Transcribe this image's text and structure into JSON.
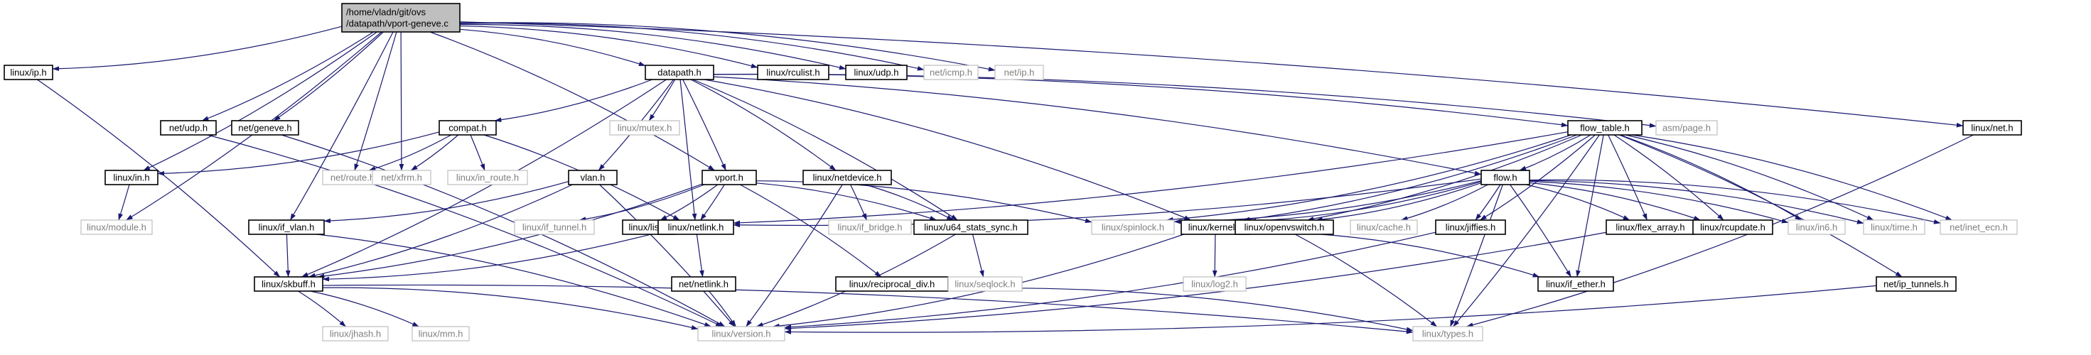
{
  "colors": {
    "edge": "#191970",
    "root_fill": "#bfbfbf",
    "external_border": "#bfbfbf",
    "external_text": "#808080"
  },
  "nodes": [
    {
      "id": "root",
      "lines": [
        "/home/vladn/git/ovs",
        "/datapath/vport-geneve.c"
      ],
      "kind": "root"
    },
    {
      "id": "linux-ip",
      "lines": [
        "linux/ip.h"
      ],
      "kind": "doc"
    },
    {
      "id": "net-udp",
      "lines": [
        "net/udp.h"
      ],
      "kind": "doc"
    },
    {
      "id": "net-geneve",
      "lines": [
        "net/geneve.h"
      ],
      "kind": "doc"
    },
    {
      "id": "datapath",
      "lines": [
        "datapath.h"
      ],
      "kind": "doc"
    },
    {
      "id": "linux-rculist",
      "lines": [
        "linux/rculist.h"
      ],
      "kind": "doc"
    },
    {
      "id": "linux-udp",
      "lines": [
        "linux/udp.h"
      ],
      "kind": "doc"
    },
    {
      "id": "net-icmp",
      "lines": [
        "net/icmp.h"
      ],
      "kind": "ext"
    },
    {
      "id": "net-ip",
      "lines": [
        "net/ip.h"
      ],
      "kind": "ext"
    },
    {
      "id": "compat",
      "lines": [
        "compat.h"
      ],
      "kind": "doc"
    },
    {
      "id": "linux-mutex",
      "lines": [
        "linux/mutex.h"
      ],
      "kind": "ext"
    },
    {
      "id": "flow-table",
      "lines": [
        "flow_table.h"
      ],
      "kind": "doc"
    },
    {
      "id": "asm-page",
      "lines": [
        "asm/page.h"
      ],
      "kind": "ext"
    },
    {
      "id": "linux-net",
      "lines": [
        "linux/net.h"
      ],
      "kind": "doc"
    },
    {
      "id": "linux-in",
      "lines": [
        "linux/in.h"
      ],
      "kind": "doc"
    },
    {
      "id": "net-route",
      "lines": [
        "net/route.h"
      ],
      "kind": "ext"
    },
    {
      "id": "net-xfrm",
      "lines": [
        "net/xfrm.h"
      ],
      "kind": "ext"
    },
    {
      "id": "linux-in-route",
      "lines": [
        "linux/in_route.h"
      ],
      "kind": "ext"
    },
    {
      "id": "vlan",
      "lines": [
        "vlan.h"
      ],
      "kind": "doc"
    },
    {
      "id": "vport",
      "lines": [
        "vport.h"
      ],
      "kind": "doc"
    },
    {
      "id": "linux-netdevice",
      "lines": [
        "linux/netdevice.h"
      ],
      "kind": "doc"
    },
    {
      "id": "flow",
      "lines": [
        "flow.h"
      ],
      "kind": "doc"
    },
    {
      "id": "linux-module",
      "lines": [
        "linux/module.h"
      ],
      "kind": "ext"
    },
    {
      "id": "linux-if-vlan",
      "lines": [
        "linux/if_vlan.h"
      ],
      "kind": "doc"
    },
    {
      "id": "linux-if-tunnel",
      "lines": [
        "linux/if_tunnel.h"
      ],
      "kind": "ext"
    },
    {
      "id": "linux-list",
      "lines": [
        "linux/list.h"
      ],
      "kind": "doc"
    },
    {
      "id": "linux-netlink",
      "lines": [
        "linux/netlink.h"
      ],
      "kind": "doc"
    },
    {
      "id": "linux-if-bridge",
      "lines": [
        "linux/if_bridge.h"
      ],
      "kind": "ext"
    },
    {
      "id": "linux-u64-stats-sync",
      "lines": [
        "linux/u64_stats_sync.h"
      ],
      "kind": "doc"
    },
    {
      "id": "linux-spinlock",
      "lines": [
        "linux/spinlock.h"
      ],
      "kind": "ext"
    },
    {
      "id": "linux-kernel",
      "lines": [
        "linux/kernel.h"
      ],
      "kind": "doc"
    },
    {
      "id": "linux-openvswitch",
      "lines": [
        "linux/openvswitch.h"
      ],
      "kind": "doc"
    },
    {
      "id": "linux-cache",
      "lines": [
        "linux/cache.h"
      ],
      "kind": "ext"
    },
    {
      "id": "linux-jiffies",
      "lines": [
        "linux/jiffies.h"
      ],
      "kind": "doc"
    },
    {
      "id": "linux-flex-array",
      "lines": [
        "linux/flex_array.h"
      ],
      "kind": "doc"
    },
    {
      "id": "linux-rcupdate",
      "lines": [
        "linux/rcupdate.h"
      ],
      "kind": "doc"
    },
    {
      "id": "linux-in6",
      "lines": [
        "linux/in6.h"
      ],
      "kind": "ext"
    },
    {
      "id": "linux-time",
      "lines": [
        "linux/time.h"
      ],
      "kind": "ext"
    },
    {
      "id": "net-inet-ecn",
      "lines": [
        "net/inet_ecn.h"
      ],
      "kind": "ext"
    },
    {
      "id": "linux-skbuff",
      "lines": [
        "linux/skbuff.h"
      ],
      "kind": "doc"
    },
    {
      "id": "net-netlink",
      "lines": [
        "net/netlink.h"
      ],
      "kind": "doc"
    },
    {
      "id": "linux-reciprocal-div",
      "lines": [
        "linux/reciprocal_div.h"
      ],
      "kind": "doc"
    },
    {
      "id": "linux-seqlock",
      "lines": [
        "linux/seqlock.h"
      ],
      "kind": "ext"
    },
    {
      "id": "linux-log2",
      "lines": [
        "linux/log2.h"
      ],
      "kind": "ext"
    },
    {
      "id": "linux-if-ether",
      "lines": [
        "linux/if_ether.h"
      ],
      "kind": "doc"
    },
    {
      "id": "net-ip-tunnels",
      "lines": [
        "net/ip_tunnels.h"
      ],
      "kind": "doc"
    },
    {
      "id": "linux-jhash",
      "lines": [
        "linux/jhash.h"
      ],
      "kind": "ext"
    },
    {
      "id": "linux-mm",
      "lines": [
        "linux/mm.h"
      ],
      "kind": "ext"
    },
    {
      "id": "linux-version",
      "lines": [
        "linux/version.h"
      ],
      "kind": "ext"
    },
    {
      "id": "linux-types",
      "lines": [
        "linux/types.h"
      ],
      "kind": "ext"
    }
  ],
  "edges": [
    [
      "root",
      "linux-ip"
    ],
    [
      "root",
      "net-udp"
    ],
    [
      "root",
      "net-geneve"
    ],
    [
      "root",
      "datapath"
    ],
    [
      "root",
      "linux-rculist"
    ],
    [
      "root",
      "linux-udp"
    ],
    [
      "root",
      "net-icmp"
    ],
    [
      "root",
      "net-ip"
    ],
    [
      "root",
      "linux-in"
    ],
    [
      "root",
      "net-route"
    ],
    [
      "root",
      "net-xfrm"
    ],
    [
      "root",
      "vport"
    ],
    [
      "root",
      "linux-if-vlan"
    ],
    [
      "root",
      "linux-module"
    ],
    [
      "root",
      "linux-net"
    ],
    [
      "linux-ip",
      "linux-skbuff"
    ],
    [
      "net-udp",
      "linux-version"
    ],
    [
      "net-geneve",
      "linux-version"
    ],
    [
      "datapath",
      "compat"
    ],
    [
      "datapath",
      "linux-mutex"
    ],
    [
      "datapath",
      "flow-table"
    ],
    [
      "datapath",
      "asm-page"
    ],
    [
      "datapath",
      "vlan"
    ],
    [
      "datapath",
      "vport"
    ],
    [
      "datapath",
      "linux-netdevice"
    ],
    [
      "datapath",
      "flow"
    ],
    [
      "datapath",
      "linux-skbuff"
    ],
    [
      "datapath",
      "linux-u64-stats-sync"
    ],
    [
      "datapath",
      "linux-kernel"
    ],
    [
      "datapath",
      "linux-netlink"
    ],
    [
      "compat",
      "linux-in"
    ],
    [
      "compat",
      "net-route"
    ],
    [
      "compat",
      "net-xfrm"
    ],
    [
      "compat",
      "linux-in-route"
    ],
    [
      "compat",
      "linux-netlink"
    ],
    [
      "linux-in",
      "linux-module"
    ],
    [
      "vlan",
      "linux-if-vlan"
    ],
    [
      "vlan",
      "linux-skbuff"
    ],
    [
      "vlan",
      "linux-version"
    ],
    [
      "vport",
      "linux-if-tunnel"
    ],
    [
      "vport",
      "linux-list"
    ],
    [
      "vport",
      "linux-netlink"
    ],
    [
      "vport",
      "linux-reciprocal-div"
    ],
    [
      "vport",
      "linux-skbuff"
    ],
    [
      "vport",
      "linux-spinlock"
    ],
    [
      "vport",
      "linux-u64-stats-sync"
    ],
    [
      "linux-netdevice",
      "linux-if-bridge"
    ],
    [
      "linux-netdevice",
      "linux-u64-stats-sync"
    ],
    [
      "linux-netdevice",
      "linux-version"
    ],
    [
      "flow-table",
      "flow"
    ],
    [
      "flow-table",
      "linux-kernel"
    ],
    [
      "flow-table",
      "linux-netlink"
    ],
    [
      "flow-table",
      "linux-openvswitch"
    ],
    [
      "flow-table",
      "linux-spinlock"
    ],
    [
      "flow-table",
      "linux-jiffies"
    ],
    [
      "flow-table",
      "linux-flex-array"
    ],
    [
      "flow-table",
      "linux-rcupdate"
    ],
    [
      "flow-table",
      "linux-in6"
    ],
    [
      "flow-table",
      "linux-time"
    ],
    [
      "flow-table",
      "net-inet-ecn"
    ],
    [
      "flow-table",
      "linux-if-ether"
    ],
    [
      "flow-table",
      "net-ip-tunnels"
    ],
    [
      "flow-table",
      "linux-types"
    ],
    [
      "flow",
      "linux-kernel"
    ],
    [
      "flow",
      "linux-netlink"
    ],
    [
      "flow",
      "linux-openvswitch"
    ],
    [
      "flow",
      "linux-spinlock"
    ],
    [
      "flow",
      "linux-cache"
    ],
    [
      "flow",
      "linux-jiffies"
    ],
    [
      "flow",
      "linux-flex-array"
    ],
    [
      "flow",
      "linux-rcupdate"
    ],
    [
      "flow",
      "linux-in6"
    ],
    [
      "flow",
      "linux-time"
    ],
    [
      "flow",
      "net-inet-ecn"
    ],
    [
      "flow",
      "linux-if-ether"
    ],
    [
      "flow",
      "linux-types"
    ],
    [
      "linux-if-vlan",
      "linux-skbuff"
    ],
    [
      "linux-if-vlan",
      "linux-version"
    ],
    [
      "linux-netlink",
      "linux-skbuff"
    ],
    [
      "linux-netlink",
      "net-netlink"
    ],
    [
      "linux-u64-stats-sync",
      "linux-seqlock"
    ],
    [
      "linux-u64-stats-sync",
      "linux-version"
    ],
    [
      "linux-kernel",
      "linux-log2"
    ],
    [
      "linux-kernel",
      "linux-version"
    ],
    [
      "linux-openvswitch",
      "linux-if-ether"
    ],
    [
      "linux-openvswitch",
      "linux-types"
    ],
    [
      "linux-jiffies",
      "linux-version"
    ],
    [
      "linux-flex-array",
      "linux-version"
    ],
    [
      "linux-skbuff",
      "linux-jhash"
    ],
    [
      "linux-skbuff",
      "linux-mm"
    ],
    [
      "linux-skbuff",
      "linux-version"
    ],
    [
      "linux-skbuff",
      "linux-types"
    ],
    [
      "net-netlink",
      "linux-version"
    ],
    [
      "linux-reciprocal-div",
      "linux-types"
    ],
    [
      "net-ip-tunnels",
      "linux-version"
    ],
    [
      "linux-net",
      "linux-types"
    ]
  ]
}
